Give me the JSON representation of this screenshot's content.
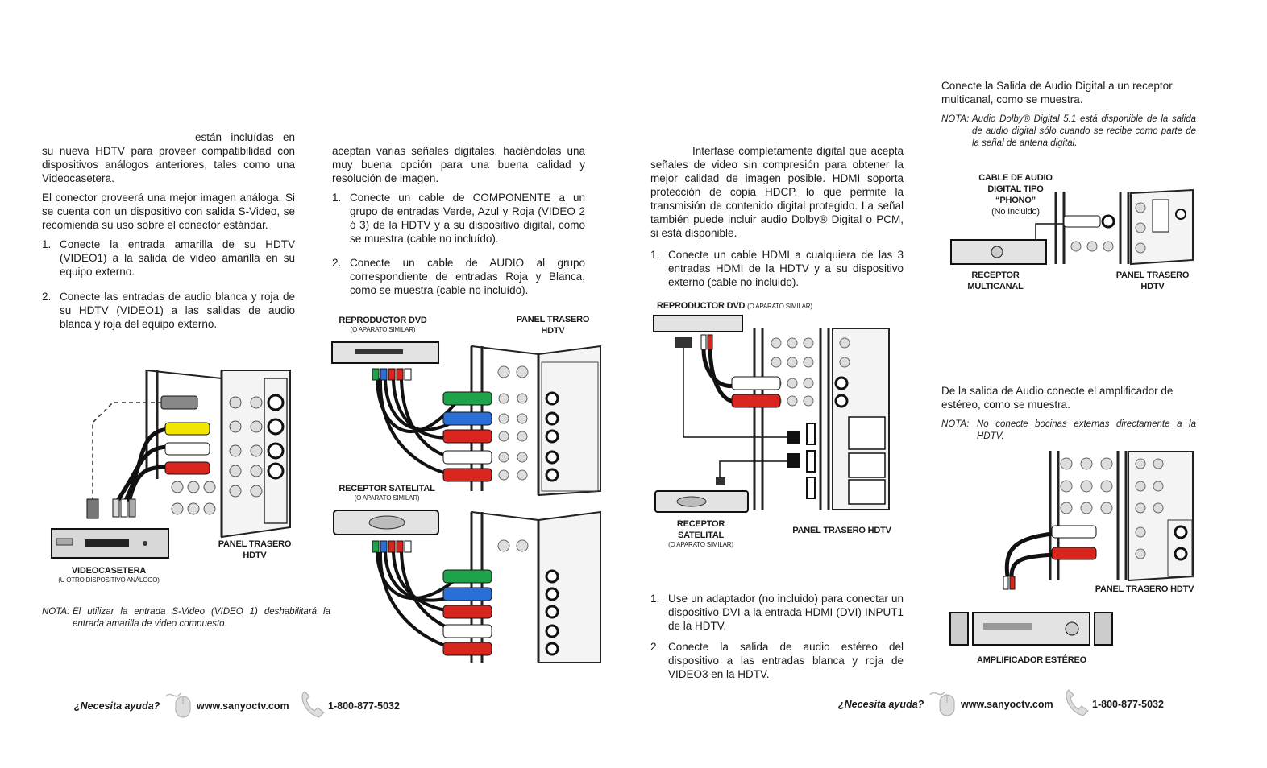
{
  "col1": {
    "p1": "están incluídas en su nueva HDTV para proveer compatibilidad con dispositivos análogos anteriores, tales como una Videocasetera.",
    "p2": "El conector proveerá una mejor imagen análoga. Si se cuenta con un dispositivo con salida S-Video, se recomienda su uso sobre el conector estándar.",
    "steps": [
      {
        "n": "1.",
        "text": "Conecte la entrada amarilla de su HDTV (VIDEO1) a la salida de video amarilla en su equipo externo."
      },
      {
        "n": "2.",
        "text": "Conecte las entradas de audio blanca y roja de su HDTV (VIDEO1) a las salidas de audio blanca y roja del equipo externo."
      }
    ],
    "cap_vcr": "VIDEOCASETERA",
    "cap_vcr_sub": "(U OTRO DISPOSITIVO ANÁLOGO)",
    "cap_panel": "PANEL TRASERO HDTV",
    "note_label": "NOTA:",
    "note": "El utilizar la entrada S-Video (VIDEO 1) deshabilitará la entrada amarilla de video compuesto."
  },
  "col2": {
    "p1": "aceptan varias señales digitales, haciéndolas una muy buena opción para una buena calidad y resolución de imagen.",
    "steps": [
      {
        "n": "1.",
        "text": "Conecte un cable de COMPONENTE a un grupo de entradas Verde, Azul y Roja (VIDEO 2 ó 3) de la HDTV y a su dispositivo digital, como se muestra (cable no incluído)."
      },
      {
        "n": "2.",
        "text": "Conecte un cable de AUDIO al grupo correspondiente de entradas Roja y Blanca, como se muestra (cable no incluído)."
      }
    ],
    "cap_dvd": "REPRODUCTOR DVD",
    "cap_dvd_sub": "(O APARATO SIMILAR)",
    "cap_panel": "PANEL TRASERO HDTV",
    "cap_sat": "RECEPTOR SATELITAL",
    "cap_sat_sub": "(O APARATO SIMILAR)"
  },
  "col3": {
    "p1": "Interfase completamente digital que acepta señales de video sin compresión para obtener la mejor calidad de imagen posible. HDMI soporta protección de copia HDCP, lo que permite la transmisión de contenido digital protegido. La señal también puede incluir audio Dolby® Digital o PCM, si está disponible.",
    "steps": [
      {
        "n": "1.",
        "text": "Conecte un cable HDMI a cualquiera de las 3 entradas HDMI de la HDTV y a su dispositivo externo (cable no incluido)."
      }
    ],
    "cap_dvd": "REPRODUCTOR DVD",
    "cap_dvd_sub": "(O APARATO SIMILAR)",
    "cap_sat": "RECEPTOR SATELITAL",
    "cap_sat_sub": "(O APARATO SIMILAR)",
    "cap_panel": "PANEL TRASERO HDTV",
    "steps2": [
      {
        "n": "1.",
        "text": "Use un adaptador (no incluido) para conectar un dispositivo DVI a la entrada HDMI (DVI) INPUT1 de la HDTV."
      },
      {
        "n": "2.",
        "text": "Conecte la salida de audio estéreo del dispositivo a las entradas blanca y roja de VIDEO3 en la HDTV."
      }
    ]
  },
  "col4": {
    "p1": "Conecte la Salida de Audio Digital a un receptor multicanal, como se muestra.",
    "note1_label": "NOTA:",
    "note1": "Audio Dolby® Digital 5.1 está disponible de la salida de audio digital sólo cuando se recibe como parte de la señal de antena digital.",
    "cap_cable": "CABLE DE AUDIO DIGITAL TIPO “PHONO”",
    "cap_cable_sub": "(No Incluido)",
    "cap_receiver": "RECEPTOR MULTICANAL",
    "cap_panel": "PANEL TRASERO HDTV",
    "p2": "De la salida de Audio conecte el amplificador de estéreo, como se muestra.",
    "note2_label": "NOTA:",
    "note2": "No conecte bocinas externas directamente a la HDTV.",
    "cap_panel2": "PANEL TRASERO HDTV",
    "cap_amp": "AMPLIFICADOR ESTÉREO"
  },
  "footer": {
    "help": "¿Necesita ayuda?",
    "url": "www.sanyoctv.com",
    "phone": "1-800-877-5032"
  },
  "colors": {
    "text": "#1a1a1a",
    "yellow": "#f2e600",
    "green": "#1fa34a",
    "blue": "#2a6fd6",
    "red": "#d8261f",
    "gray": "#9a9a9a"
  }
}
